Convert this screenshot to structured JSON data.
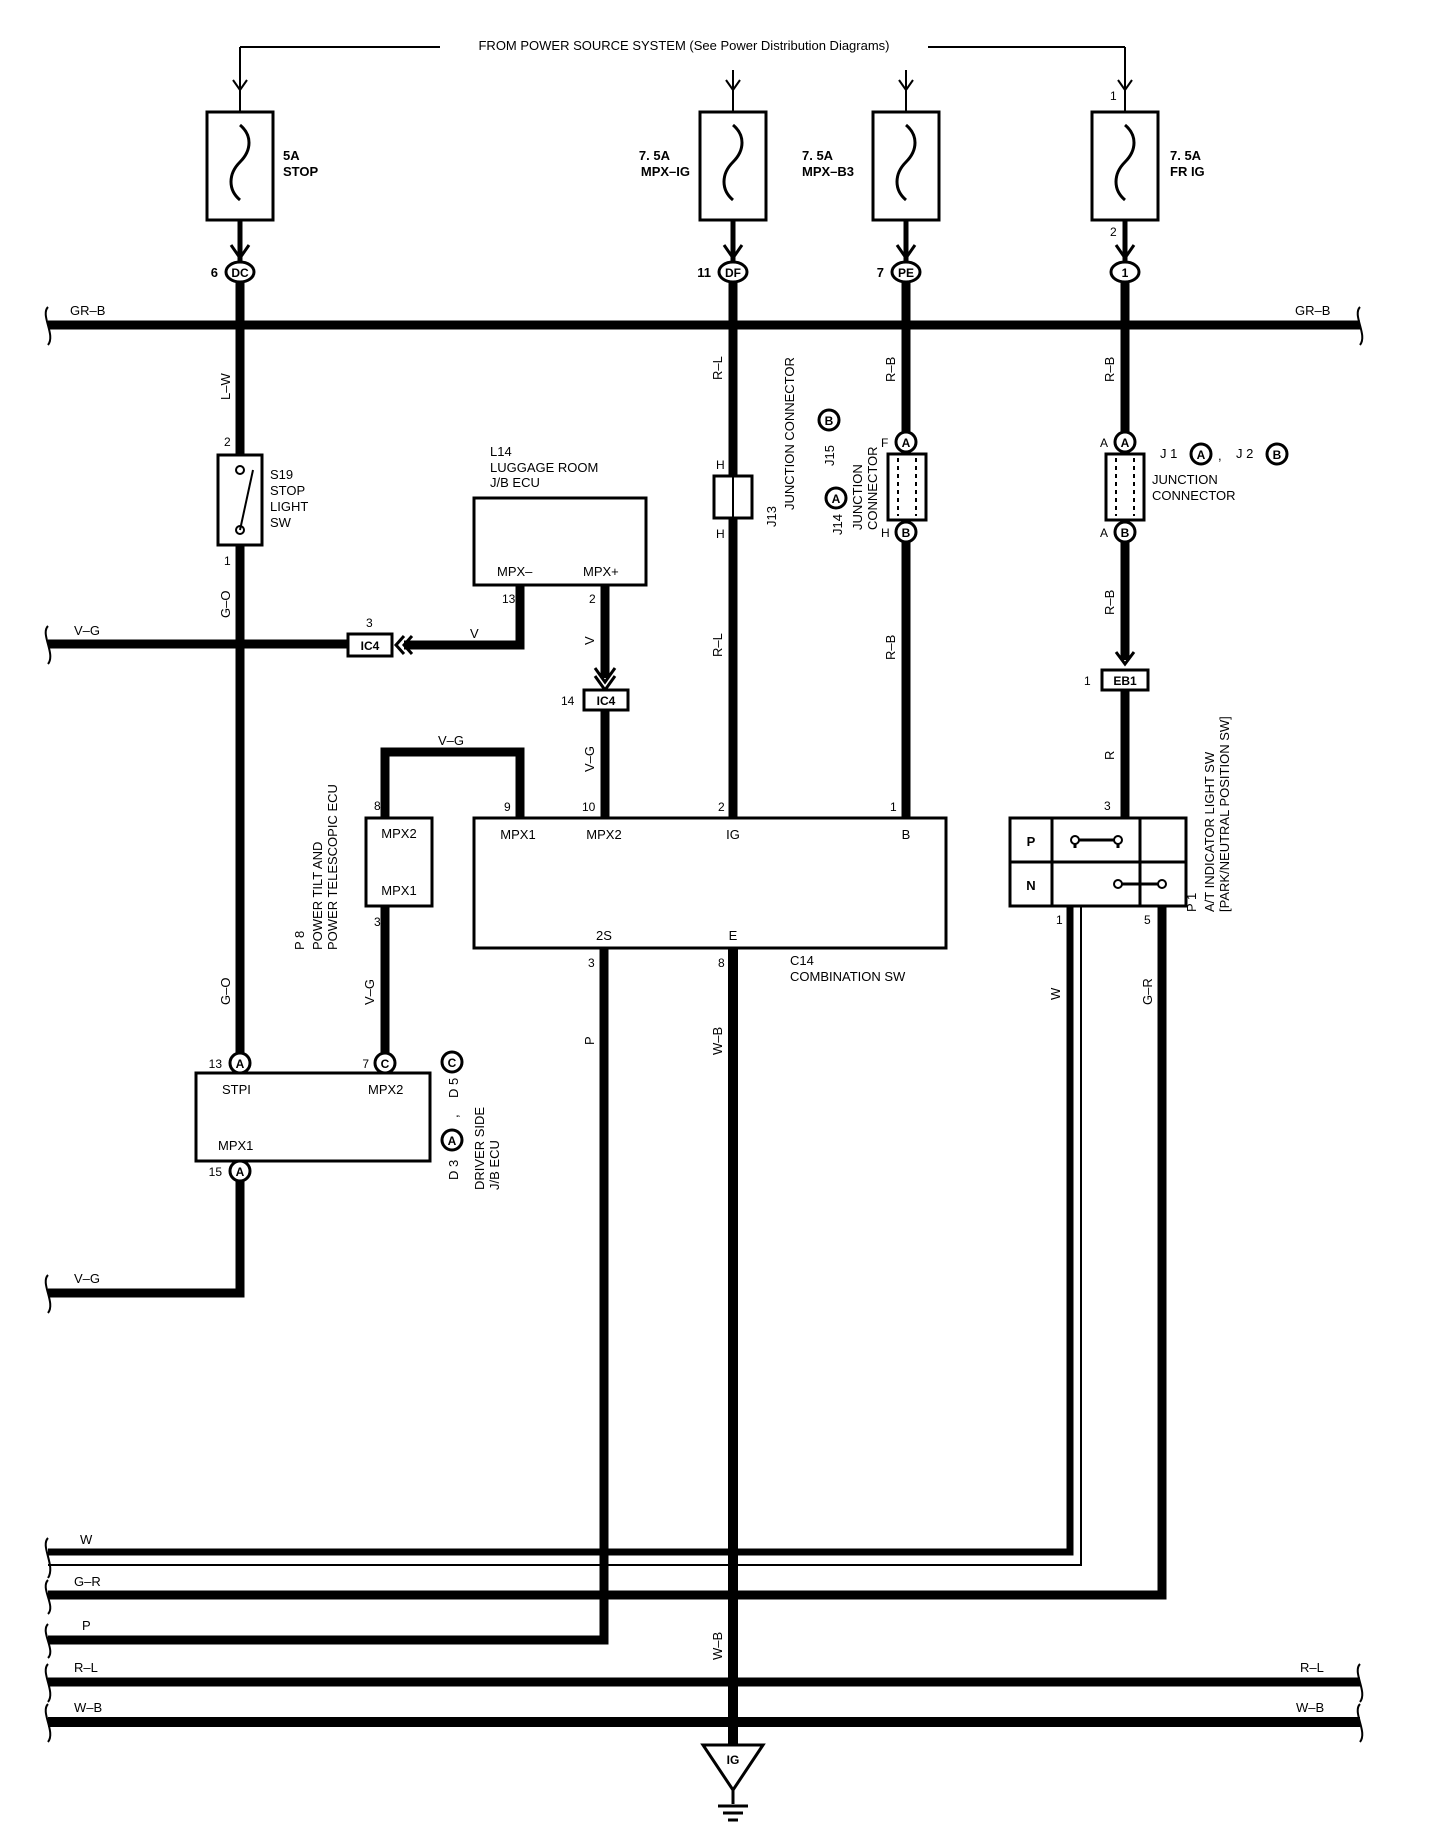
{
  "power_source": "FROM POWER SOURCE SYSTEM  (See Power Distribution Diagrams)",
  "fuses": [
    {
      "amp": "5A",
      "name": "STOP"
    },
    {
      "amp": "7. 5A",
      "name": "MPX–IG"
    },
    {
      "amp": "7. 5A",
      "name": "MPX–B3"
    },
    {
      "amp": "7. 5A",
      "name": "FR IG"
    }
  ],
  "fuse_pins": {
    "fr_in": "1",
    "fr_out": "2"
  },
  "fuse_connectors": [
    {
      "pin": "6",
      "id": "DC"
    },
    {
      "pin": "11",
      "id": "DF"
    },
    {
      "pin": "7",
      "id": "PE"
    },
    {
      "pin": "",
      "id": "1"
    }
  ],
  "bus_labels": {
    "gr_b": "GR–B",
    "v_g": "V–G",
    "w": "W",
    "g_r": "G–R",
    "p": "P",
    "r_l": "R–L",
    "w_b": "W–B"
  },
  "wire_labels": {
    "l_w": "L–W",
    "g_o": "G–O",
    "v": "V",
    "v_g": "V–G",
    "r_l": "R–L",
    "r_b": "R–B",
    "r": "R",
    "p": "P",
    "w_b": "W–B",
    "w": "W",
    "g_r": "G–R"
  },
  "stop_switch": {
    "id": "S19",
    "lines": [
      "STOP",
      "LIGHT",
      "SW"
    ],
    "pin_top": "2",
    "pin_bottom": "1"
  },
  "luggage_ecu": {
    "id": "L14",
    "lines": [
      "LUGGAGE ROOM",
      "J/B ECU"
    ],
    "term_minus": "MPX–",
    "term_plus": "MPX+",
    "pin_minus": "13",
    "pin_plus": "2"
  },
  "ic4_left": {
    "label": "IC4",
    "pin": "3"
  },
  "ic4_mid": {
    "label": "IC4",
    "pin": "14"
  },
  "j13": {
    "id": "J13",
    "name": "JUNCTION CONNECTOR",
    "pin": "H",
    "ref": "J15",
    "ref_badge": "B"
  },
  "j14": {
    "id": "J14",
    "badge": "A",
    "lines": [
      "JUNCTION",
      "CONNECTOR"
    ],
    "pin_top": "F",
    "pin_bottom": "H",
    "badge_top": "A",
    "badge_bottom": "B"
  },
  "j1_j2": {
    "j1": "J 1",
    "j1_badge": "A",
    "j2": "J 2",
    "j2_badge": "B",
    "lines": [
      "JUNCTION",
      "CONNECTOR"
    ],
    "pin_top": "A",
    "pin_bottom": "A",
    "badge_top": "A",
    "badge_bottom": "B"
  },
  "eb1": {
    "label": "EB1",
    "pin": "1"
  },
  "tilt_ecu": {
    "id": "P 8",
    "lines": [
      "POWER TILT AND",
      "POWER TELESCOPIC ECU"
    ],
    "t1": "MPX2",
    "t2": "MPX1",
    "pin_top": "8",
    "pin_bottom": "3"
  },
  "combination_sw": {
    "id": "C14",
    "name": "COMBINATION SW",
    "terms": [
      "MPX1",
      "MPX2",
      "IG",
      "B"
    ],
    "pins": [
      "9",
      "10",
      "2",
      "1"
    ],
    "bottom_terms": [
      "2S",
      "E"
    ],
    "bottom_pins": [
      "3",
      "8"
    ]
  },
  "park_sw": {
    "id": "P 1",
    "lines": [
      "A/T INDICATOR LIGHT SW",
      "[PARK/NEUTRAL POSITION SW]"
    ],
    "rows": [
      "P",
      "N"
    ],
    "pin_top": "3",
    "pin_left": "1",
    "pin_right": "5"
  },
  "driver_ecu": {
    "lines": [
      "DRIVER SIDE",
      "J/B ECU"
    ],
    "t_stpi": "STPI",
    "t_mpx2": "MPX2",
    "t_mpx1": "MPX1",
    "pin_stpi": "13",
    "pin_mpx2": "7",
    "pin_mpx1": "15",
    "badge_stpi": "A",
    "badge_mpx2": "C",
    "badge_mpx1": "A",
    "d3": "D 3",
    "d3_badge": "A",
    "sep": ",",
    "d5": "D 5",
    "d5_badge": "C"
  },
  "ground": {
    "label": "IG"
  }
}
